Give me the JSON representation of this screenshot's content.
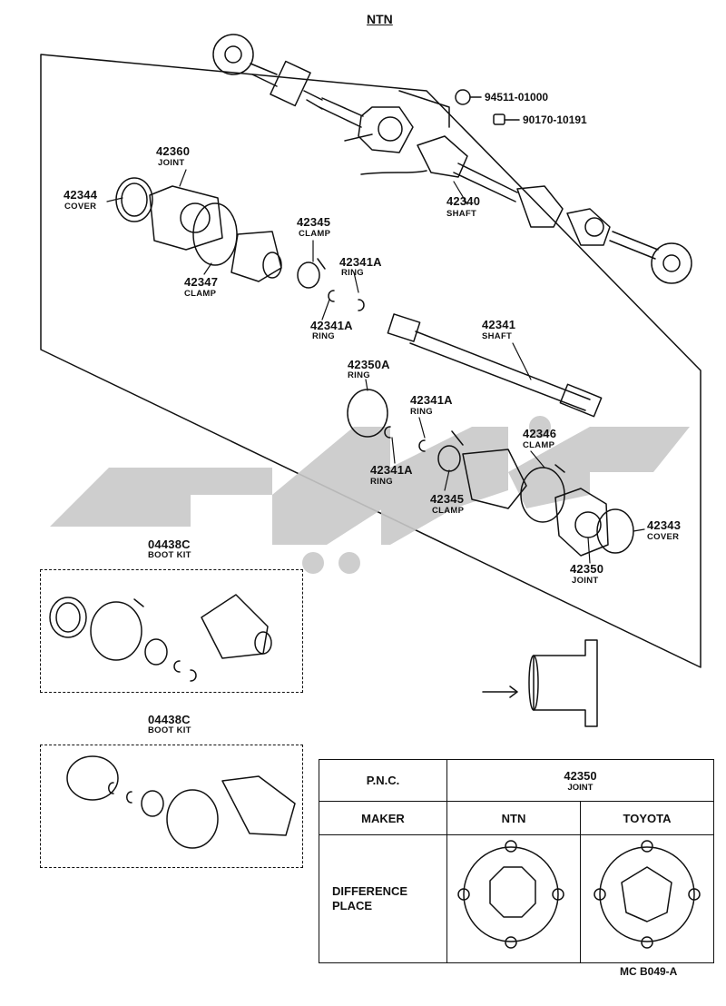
{
  "diagram": {
    "maker_title": "NTN",
    "drawing_code": "MC  B049-A",
    "parts": {
      "p94511": "94511-01000",
      "p90170": "90170-10191",
      "p42360": {
        "pn": "42360",
        "name": "JOINT"
      },
      "p42344": {
        "pn": "42344",
        "name": "COVER"
      },
      "p42345a": {
        "pn": "42345",
        "name": "CLAMP"
      },
      "p42341a_top": {
        "pn": "42341A",
        "name": "RING"
      },
      "p42347": {
        "pn": "42347",
        "name": "CLAMP"
      },
      "p42341a_mid": {
        "pn": "42341A",
        "name": "RING"
      },
      "p42340": {
        "pn": "42340",
        "name": "SHAFT"
      },
      "p42341": {
        "pn": "42341",
        "name": "SHAFT"
      },
      "p42350a": {
        "pn": "42350A",
        "name": "RING"
      },
      "p42341a_r": {
        "pn": "42341A",
        "name": "RING"
      },
      "p42346": {
        "pn": "42346",
        "name": "CLAMP"
      },
      "p42341a_low": {
        "pn": "42341A",
        "name": "RING"
      },
      "p42345b": {
        "pn": "42345",
        "name": "CLAMP"
      },
      "p42343": {
        "pn": "42343",
        "name": "COVER"
      },
      "p42350": {
        "pn": "42350",
        "name": "JOINT"
      },
      "kit1": {
        "pn": "04438C",
        "name": "BOOT KIT"
      },
      "kit2": {
        "pn": "04438C",
        "name": "BOOT KIT"
      }
    }
  },
  "table": {
    "pnc_label": "P.N.C.",
    "pnc_value": "42350",
    "pnc_name": "JOINT",
    "maker_label": "MAKER",
    "maker_ntn": "NTN",
    "maker_toyota": "TOYOTA",
    "difference_line1": "DIFFERENCE",
    "difference_line2": "PLACE"
  },
  "colors": {
    "ink": "#111111",
    "watermark": "#c9c9c9"
  }
}
